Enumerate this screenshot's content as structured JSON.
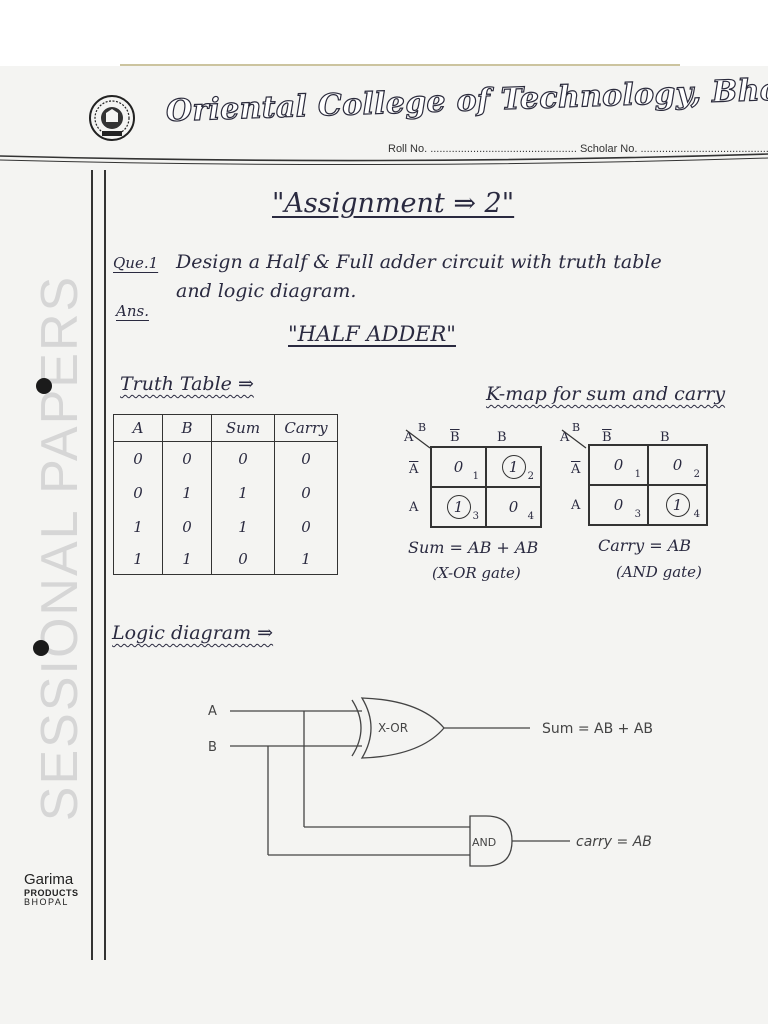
{
  "header": {
    "college_name": "Oriental College of Technology, Bhopal",
    "roll_label": "Roll No.",
    "scholar_label": "Scholar No."
  },
  "sidebar": {
    "vertical_text": "SESSIONAL PAPERS",
    "brand_name": "Garima",
    "brand_line2": "PRODUCTS",
    "brand_line3": "BHOPAL"
  },
  "content": {
    "title": "\"Assignment ⇒ 2\"",
    "question_label": "Que.1",
    "question_line1": "Design a Half & Full adder circuit with truth table",
    "question_line2": "and logic diagram.",
    "answer_label": "Ans.",
    "section_title": "\"HALF ADDER\"",
    "truth_table_heading": "Truth Table ⇒",
    "kmap_heading": "K-map for sum and carry",
    "logic_heading": "Logic diagram ⇒"
  },
  "truth_table": {
    "columns": [
      "A",
      "B",
      "Sum",
      "Carry"
    ],
    "rows": [
      [
        "0",
        "0",
        "0",
        "0"
      ],
      [
        "0",
        "1",
        "1",
        "0"
      ],
      [
        "1",
        "0",
        "1",
        "0"
      ],
      [
        "1",
        "1",
        "0",
        "1"
      ]
    ]
  },
  "kmap_sum": {
    "corner_a": "A",
    "corner_b": "B",
    "col_headers": [
      "B",
      "B"
    ],
    "row_headers": [
      "A",
      "A"
    ],
    "cells": [
      {
        "value": "0",
        "index": "1",
        "circled": false
      },
      {
        "value": "1",
        "index": "2",
        "circled": true
      },
      {
        "value": "1",
        "index": "3",
        "circled": true
      },
      {
        "value": "0",
        "index": "4",
        "circled": false
      }
    ],
    "expression": "Sum = AB + AB",
    "gate_note": "(X-OR gate)"
  },
  "kmap_carry": {
    "corner_a": "A",
    "corner_b": "B",
    "col_headers": [
      "B",
      "B"
    ],
    "row_headers": [
      "A",
      "A"
    ],
    "cells": [
      {
        "value": "0",
        "index": "1",
        "circled": false
      },
      {
        "value": "0",
        "index": "2",
        "circled": false
      },
      {
        "value": "0",
        "index": "3",
        "circled": false
      },
      {
        "value": "1",
        "index": "4",
        "circled": true
      }
    ],
    "expression": "Carry = AB",
    "gate_note": "(AND gate)"
  },
  "logic_diagram": {
    "input_a": "A",
    "input_b": "B",
    "xor_label": "X-OR",
    "and_label": "AND",
    "sum_output": "Sum = AB + AB",
    "carry_output": "carry = AB"
  }
}
